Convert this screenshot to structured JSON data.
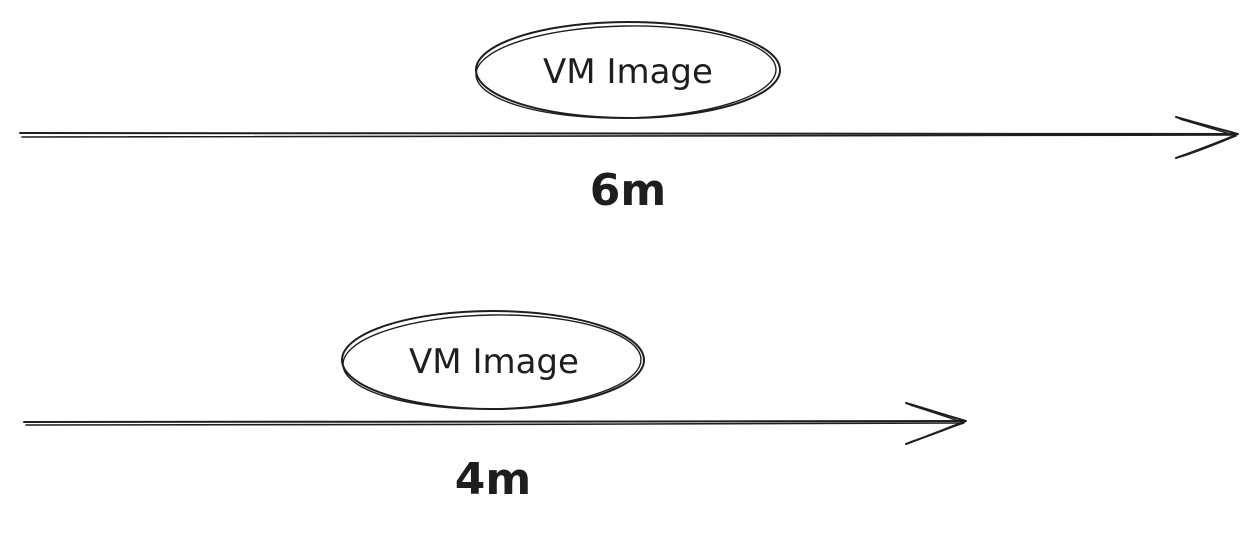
{
  "diagram": {
    "top": {
      "node_label": "VM Image",
      "duration_label": "6m"
    },
    "bottom": {
      "node_label": "VM Image",
      "duration_label": "4m"
    },
    "stroke_color": "#1e1e1e",
    "background_color": "#ffffff"
  }
}
